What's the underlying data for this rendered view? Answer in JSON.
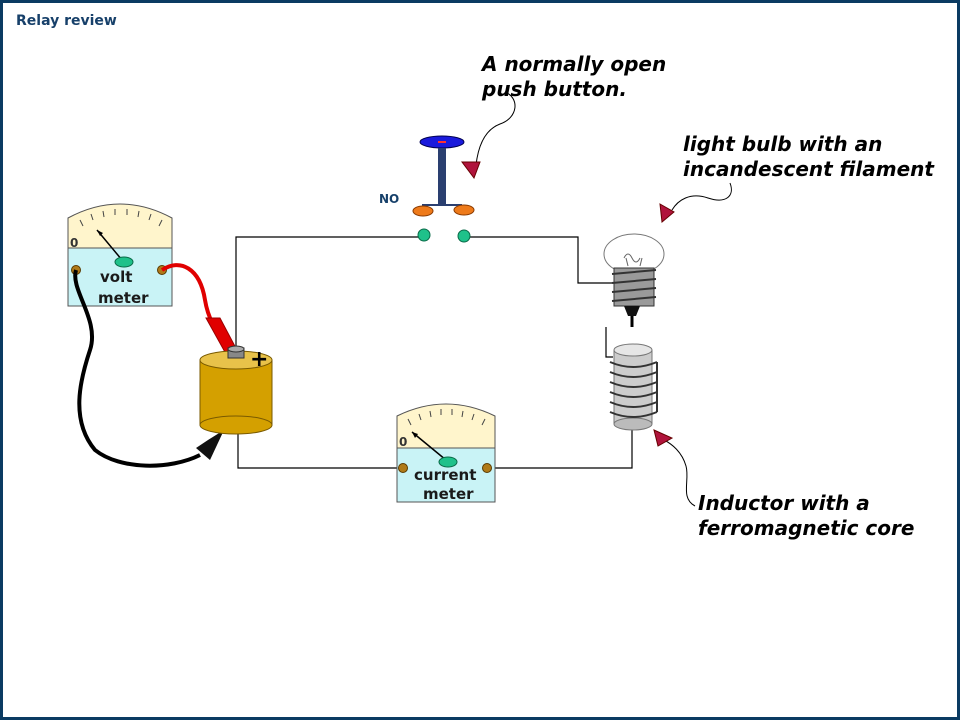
{
  "slide": {
    "title": "Relay review"
  },
  "labels": {
    "push_button": [
      "A normally open",
      "push button."
    ],
    "light_bulb": [
      "light bulb with an",
      "incandescent filament"
    ],
    "inductor": [
      "Inductor with a",
      "ferromagnetic core"
    ],
    "no_label": "NO",
    "volt_meter": [
      "volt",
      "meter"
    ],
    "current_meter": [
      "current",
      "meter"
    ],
    "volt_zero": "0",
    "current_zero": "0",
    "battery_plus": "+"
  },
  "colors": {
    "frame": "#0b3b62",
    "title": "#17406a",
    "battery": "#d4a000",
    "meter_face": "#fff5cc",
    "meter_body": "#c9f3f6",
    "button_cap": "#1a1adc",
    "button_contacts": "#ee7a1a",
    "terminal_green": "#1fc18a",
    "red_lead": "#e00000",
    "callout_arrow": "#b0143c"
  }
}
